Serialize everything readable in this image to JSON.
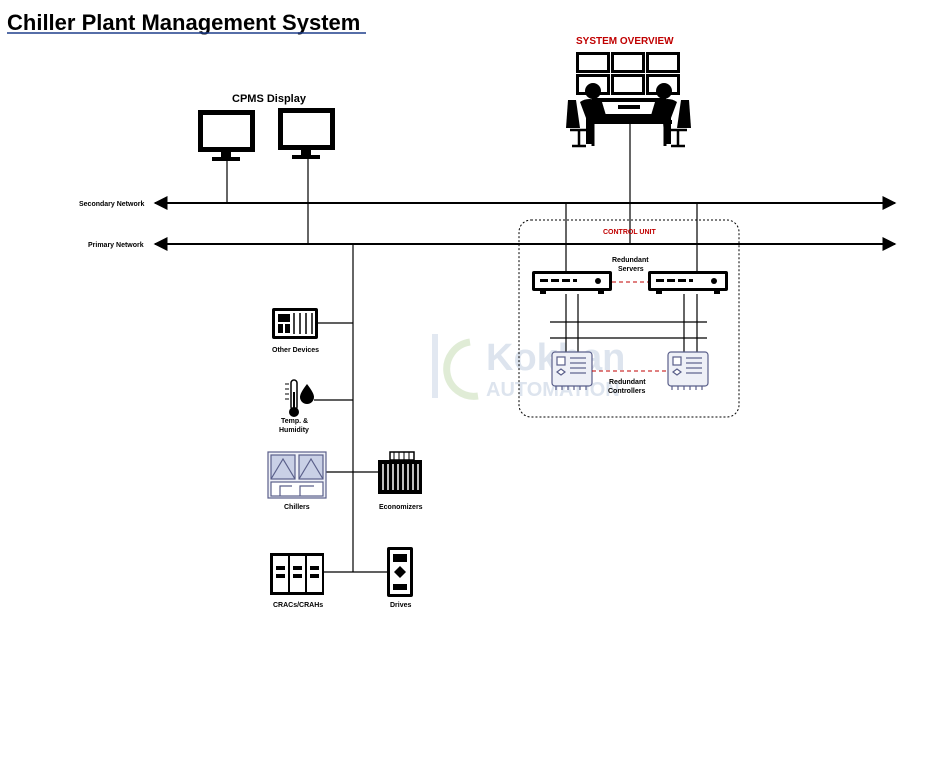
{
  "title": "Chiller Plant Management System",
  "cpms_display": "CPMS Display",
  "system_overview": "SYSTEM OVERVIEW",
  "networks": {
    "secondary": "Secondary Network",
    "primary": "Primary Network"
  },
  "control_unit": {
    "title": "CONTROL UNIT",
    "servers_line1": "Redundant",
    "servers_line2": "Servers",
    "controllers_line1": "Redundant",
    "controllers_line2": "Controllers"
  },
  "devices": {
    "other_devices": "Other Devices",
    "temp_line1": "Temp. &",
    "temp_line2": "Humidity",
    "chillers": "Chillers",
    "economizers": "Economizers",
    "cracs": "CRACs/CRAHs",
    "drives": "Drives"
  },
  "watermark": {
    "line1": "Kokhan",
    "line2": "AUTOMATION"
  },
  "colors": {
    "accent_red": "#c00000",
    "line": "#000000",
    "device_outline": "#5a5f8a"
  }
}
